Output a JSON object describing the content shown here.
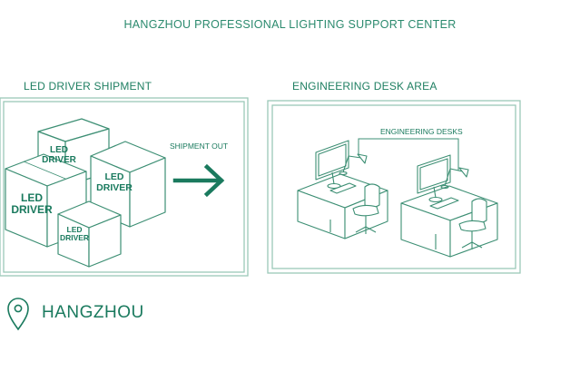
{
  "page_title": "HANGZHOU PROFESSIONAL LIGHTING SUPPORT CENTER",
  "left_panel": {
    "heading": "LED DRIVER SHIPMENT",
    "box_label_line1": "LED",
    "box_label_line2": "DRIVER",
    "arrow_label": "SHIPMENT OUT"
  },
  "right_panel": {
    "heading": "ENGINEERING DESK AREA",
    "callout_label": "ENGINEERING DESKS"
  },
  "location": {
    "name": "HANGZHOU",
    "icon": "map-pin-icon"
  },
  "colors": {
    "accent": "#1a7a5e",
    "line": "#3d8f74",
    "frame": "#9cc8b8",
    "fill": "#ffffff"
  }
}
